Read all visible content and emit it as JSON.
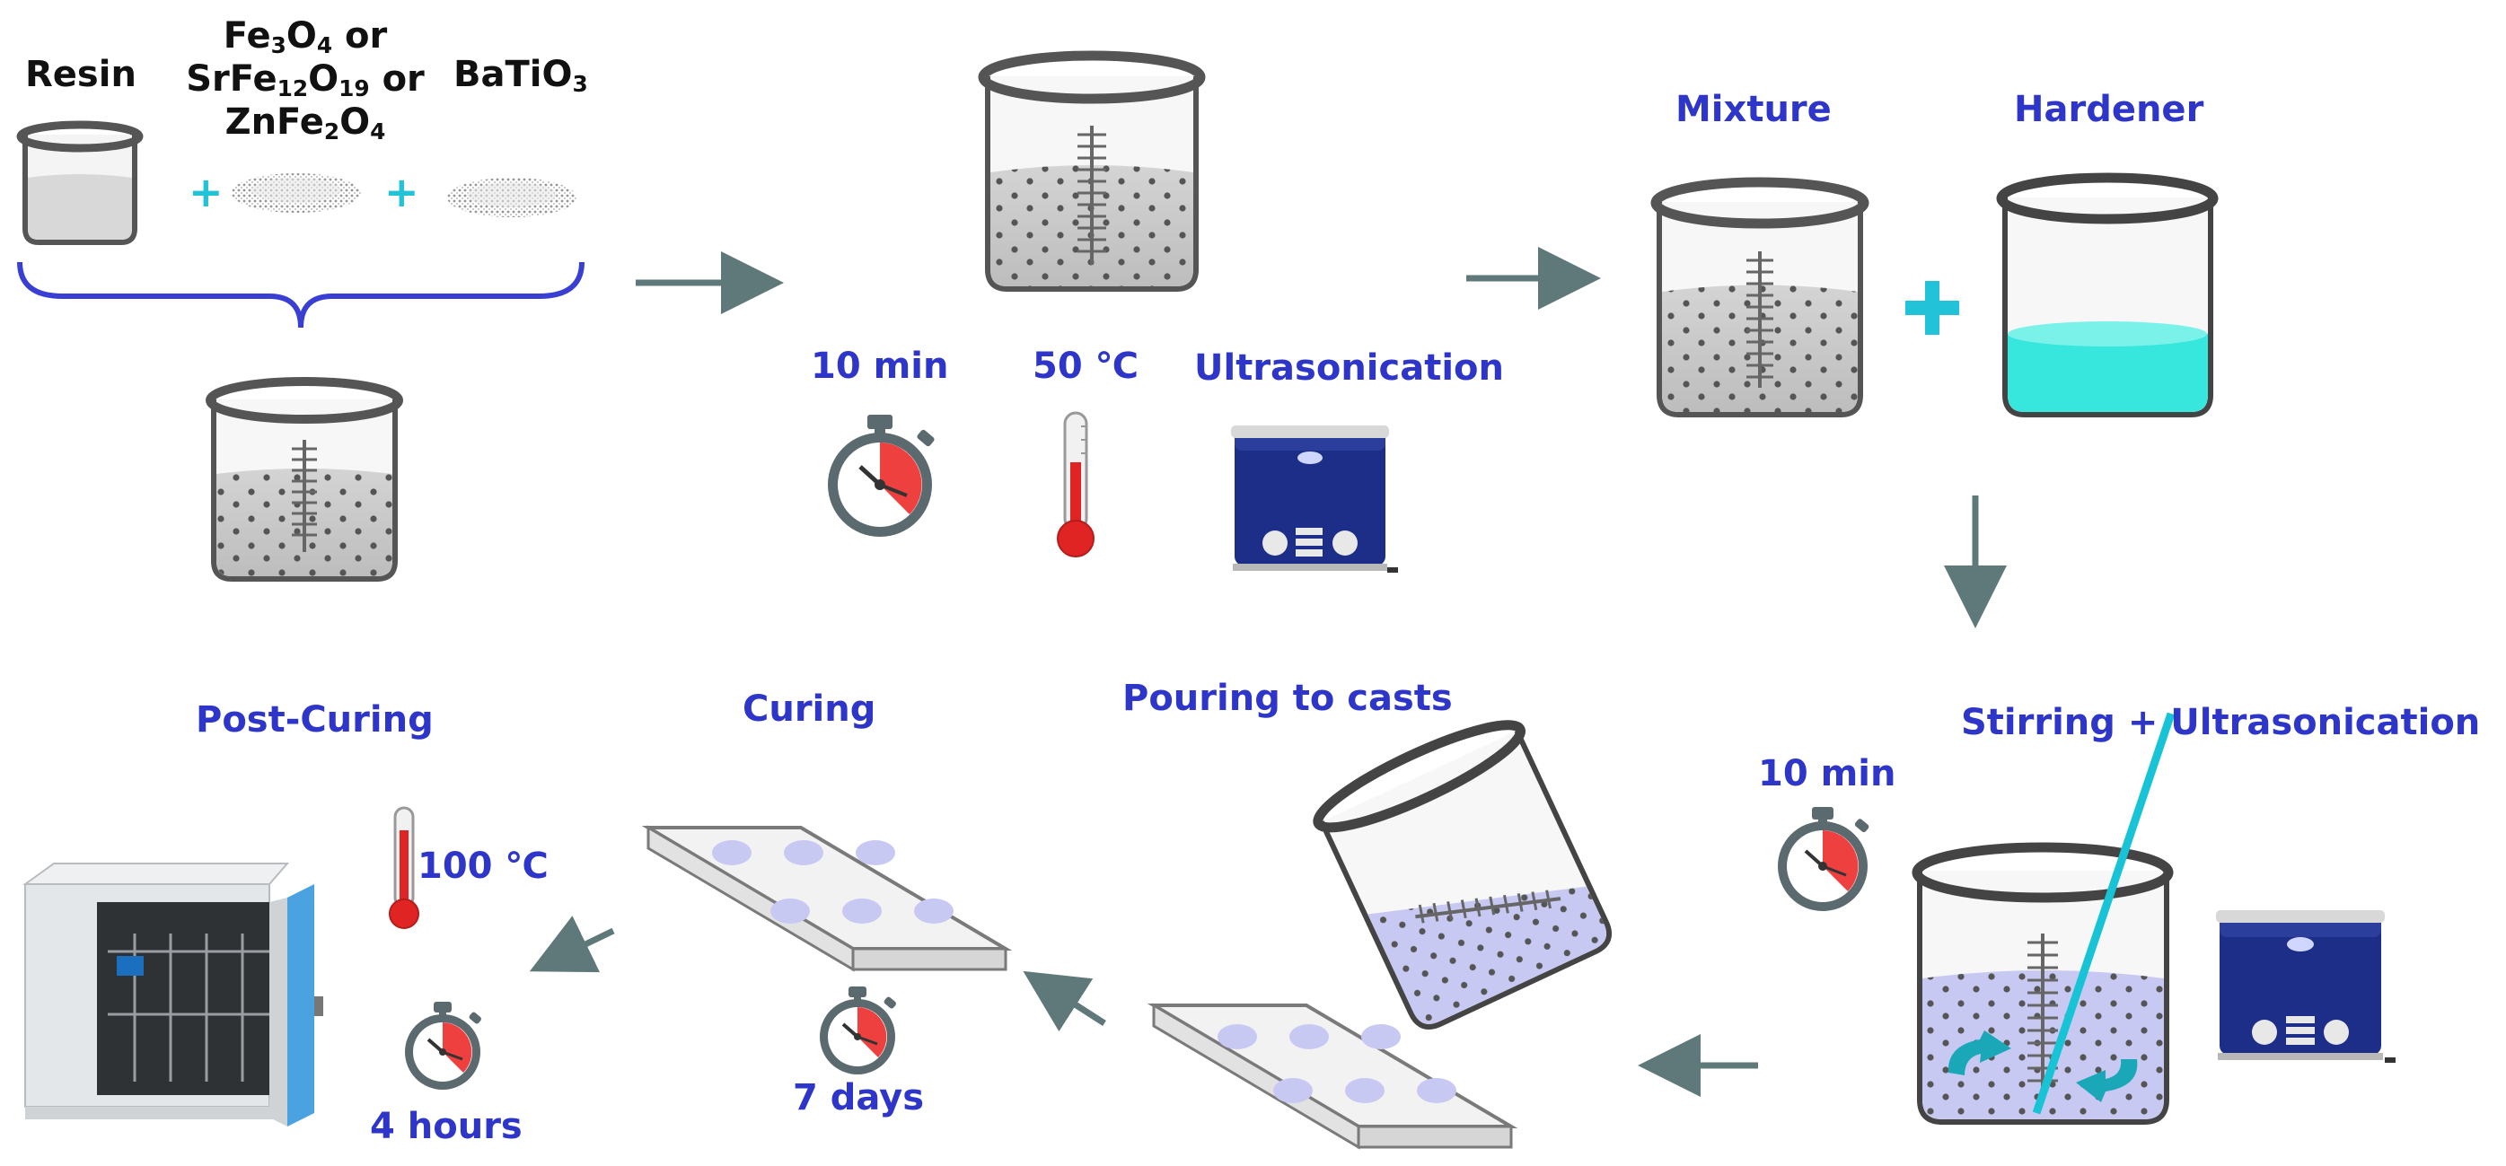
{
  "inputs": {
    "resin": "Resin",
    "ferrite_line1_parts": [
      "Fe",
      "3",
      "O",
      "4",
      " or"
    ],
    "ferrite_line2_parts": [
      "SrFe",
      "12",
      "O",
      "19",
      " or"
    ],
    "ferrite_line3_parts": [
      "ZnFe",
      "2",
      "O",
      "4"
    ],
    "batio_parts": [
      "BaTiO",
      "3"
    ]
  },
  "step_ultrasonication": {
    "time": "10 min",
    "temperature": "50 ℃",
    "method": "Ultrasonication"
  },
  "step_mix": {
    "mixture": "Mixture",
    "hardener": "Hardener"
  },
  "step_stir": {
    "title": "Stirring + Ultrasonication",
    "time": "10 min"
  },
  "step_pour": {
    "title": "Pouring to casts"
  },
  "step_curing": {
    "title": "Curing",
    "duration": "7 days"
  },
  "step_postcure": {
    "title": "Post-Curing",
    "temperature": "100 ℃",
    "duration": "4 hours"
  },
  "colors": {
    "label_blue": "#2e35c9",
    "plus_cyan": "#22c3d8",
    "arrow_gray": "#5f7879",
    "brace_blue": "#3a3fd4",
    "hardener_cyan": "#37e6dc",
    "dispersion_lavender": "#c8c9f2"
  }
}
